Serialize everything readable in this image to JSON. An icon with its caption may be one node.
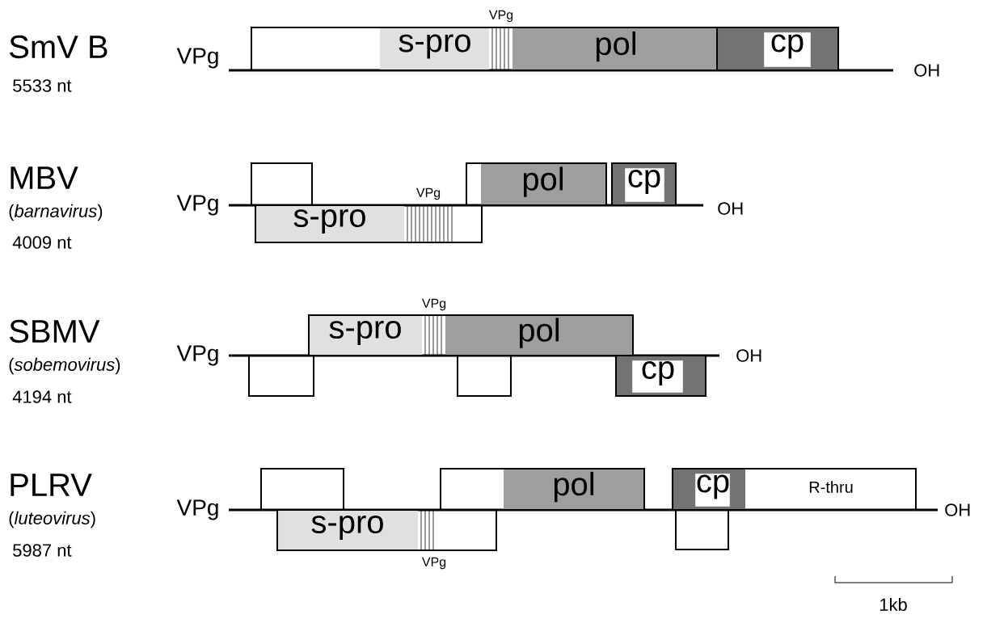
{
  "diagram": {
    "nodes": [
      {
        "text": [
          "s-pro",
          "pol"
        ],
        "beside": [
          "VPg"
        ]
      },
      {
        "text": [
          "cp"
        ]
      },
      {
        "text": [],
        "shape": "box"
      },
      {
        "text": [
          "pol"
        ]
      },
      {
        "text": [
          "cp"
        ]
      },
      {
        "text": [
          "s-pro"
        ],
        "beside": [
          "VPg"
        ]
      },
      {
        "text": [
          "s-pro",
          "pol"
        ],
        "beside": [
          "VPg"
        ]
      },
      {
        "text": [],
        "shape": "box"
      },
      {
        "text": [],
        "shape": "box"
      },
      {
        "text": [
          "cp"
        ]
      },
      {
        "text": [],
        "shape": "box"
      },
      {
        "text": [
          "pol"
        ]
      },
      {
        "text": [
          "cp",
          "R-thru"
        ]
      },
      {
        "text": [
          "s-pro"
        ],
        "beside": [
          "VPg"
        ]
      },
      {
        "text": [],
        "shape": "box"
      }
    ],
    "labels": [
      "SmV B",
      "VPg",
      "OH",
      "5533 nt",
      "MBV",
      "VPg",
      "OH",
      "(*barnavirus*)",
      "4009 nt",
      "SBMV",
      "VPg",
      "OH",
      "(*sobemovirus*)",
      "4194 nt",
      "PLRV",
      "VPg",
      "OH",
      "(*luteovirus*)",
      "5987 nt",
      "1kb"
    ]
  }
}
